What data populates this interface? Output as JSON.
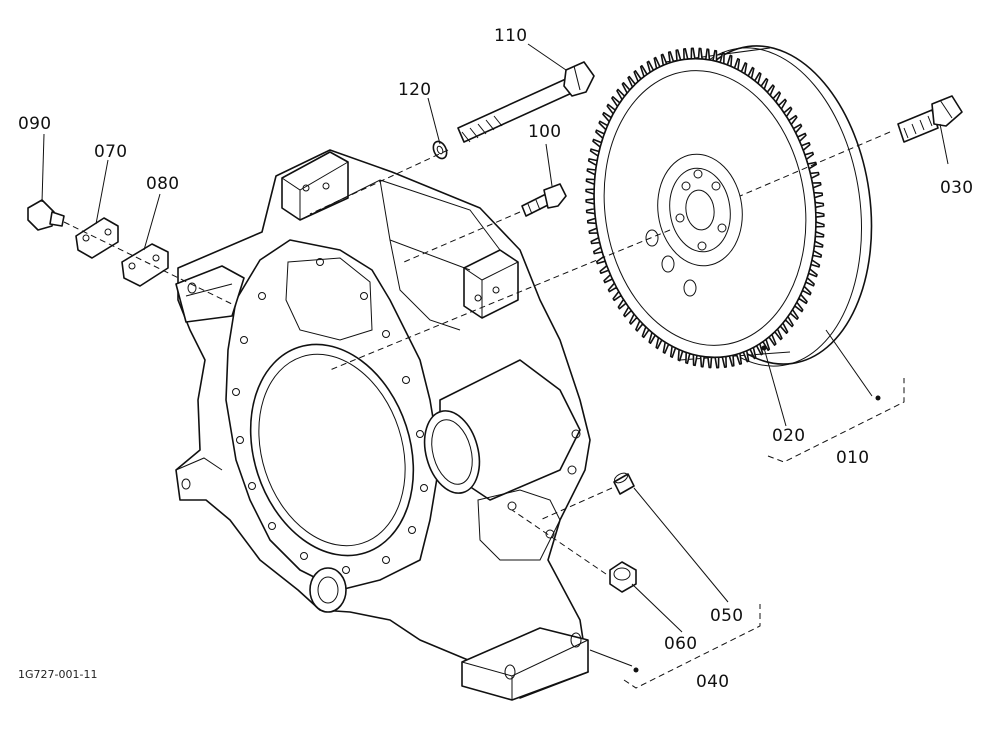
{
  "diagram": {
    "figure_code": "1G727-001-11",
    "part_labels": {
      "p010": "010",
      "p020": "020",
      "p030": "030",
      "p040": "040",
      "p050": "050",
      "p060": "060",
      "p070": "070",
      "p080": "080",
      "p090": "090",
      "p100": "100",
      "p110": "110",
      "p120": "120"
    }
  }
}
